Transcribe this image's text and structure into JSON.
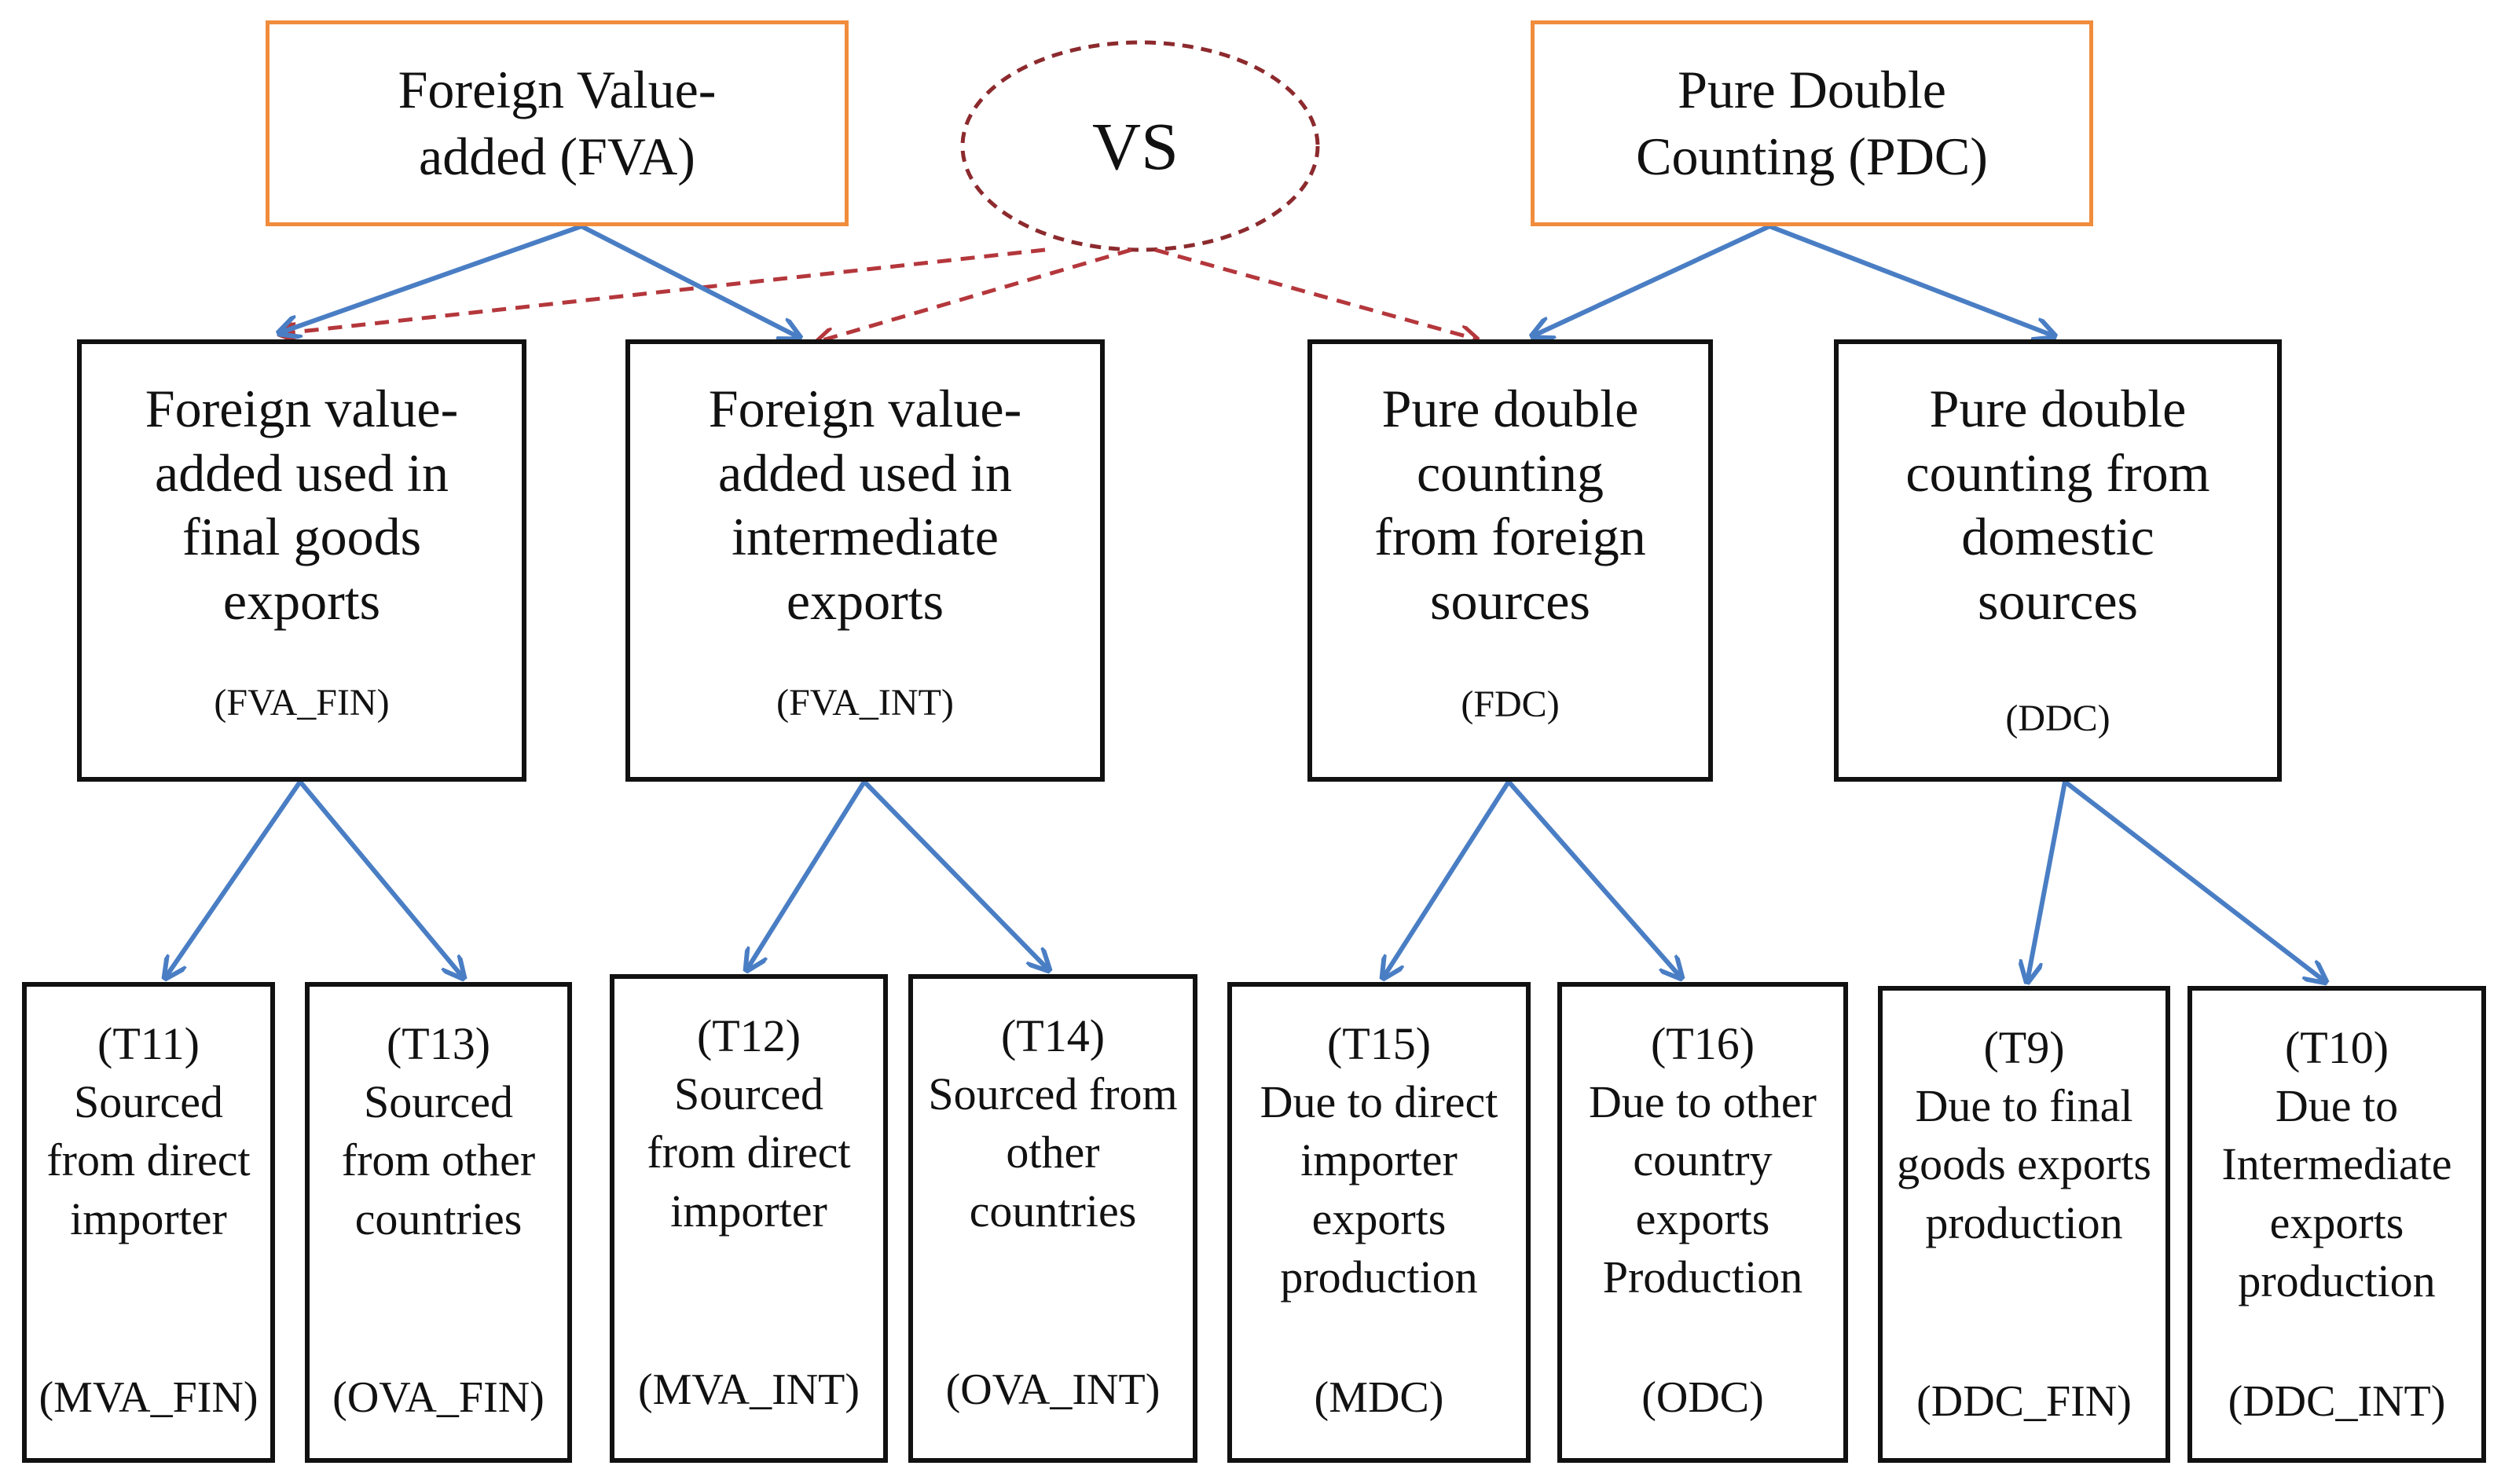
{
  "vs_label": "VS",
  "top_nodes": {
    "fva": [
      "Foreign Value-",
      "added (FVA)"
    ],
    "pdc": [
      "Pure Double",
      "Counting (PDC)"
    ]
  },
  "mid_nodes": {
    "fva_fin": {
      "title": [
        "Foreign value-",
        "added used in",
        "final goods",
        "exports"
      ],
      "code": "(FVA_FIN)"
    },
    "fva_int": {
      "title": [
        "Foreign value-",
        "added used in",
        "intermediate",
        "exports"
      ],
      "code": "(FVA_INT)"
    },
    "fdc": {
      "title": [
        "Pure double",
        "counting",
        "from foreign",
        "sources"
      ],
      "code": "(FDC)"
    },
    "ddc": {
      "title": [
        "Pure double",
        "counting from",
        "domestic",
        "sources"
      ],
      "code": "(DDC)"
    }
  },
  "leaf_nodes": {
    "t11": {
      "tcode": "(T11)",
      "desc": [
        "Sourced",
        "from direct",
        "importer"
      ],
      "code": "(MVA_FIN)"
    },
    "t13": {
      "tcode": "(T13)",
      "desc": [
        "Sourced",
        "from other",
        "countries"
      ],
      "code": "(OVA_FIN)"
    },
    "t12": {
      "tcode": "(T12)",
      "desc": [
        "Sourced",
        "from direct",
        "importer"
      ],
      "code": "(MVA_INT)"
    },
    "t14": {
      "tcode": "(T14)",
      "desc": [
        "Sourced from",
        "other",
        "countries"
      ],
      "code": "(OVA_INT)"
    },
    "t15": {
      "tcode": "(T15)",
      "desc": [
        "Due to direct",
        "importer",
        "exports",
        "production"
      ],
      "code": "(MDC)"
    },
    "t16": {
      "tcode": "(T16)",
      "desc": [
        "Due to other",
        "country",
        "exports",
        "Production"
      ],
      "code": "(ODC)"
    },
    "t9": {
      "tcode": "(T9)",
      "desc": [
        "Due to final",
        "goods exports",
        "production"
      ],
      "code": "(DDC_FIN)"
    },
    "t10": {
      "tcode": "(T10)",
      "desc": [
        "Due to",
        "Intermediate",
        "exports",
        "production"
      ],
      "code": "(DDC_INT)"
    }
  },
  "colors": {
    "top_border": "#f08c3c",
    "box_border": "#111111",
    "arrow_blue": "#4a7ec4",
    "arrow_red": "#b4373c",
    "vs_ellipse": "#8c2a2e"
  }
}
